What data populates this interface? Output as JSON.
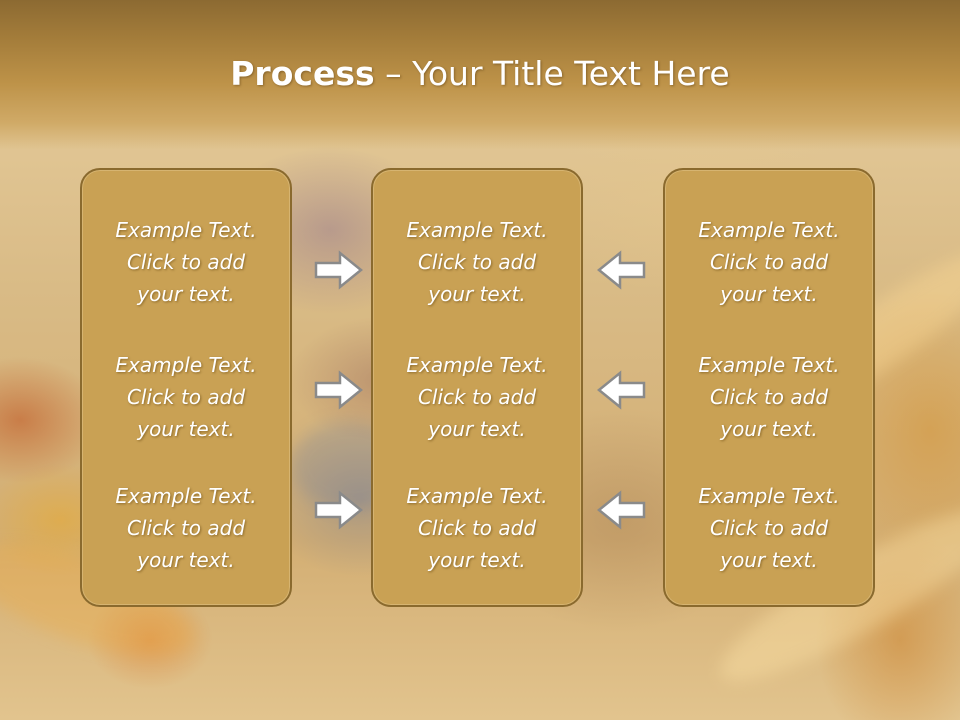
{
  "slide": {
    "title_bold": "Process",
    "title_rest": " – Your Title Text Here",
    "columns": [
      {
        "items": [
          {
            "line1": "Example Text.",
            "line2": "Click  to add",
            "line3": "your text."
          },
          {
            "line1": "Example Text.",
            "line2": "Click  to add",
            "line3": "your text."
          },
          {
            "line1": "Example Text.",
            "line2": "Click  to add",
            "line3": "your text."
          }
        ]
      },
      {
        "items": [
          {
            "line1": "Example Text.",
            "line2": "Click  to add",
            "line3": "your text."
          },
          {
            "line1": "Example Text.",
            "line2": "Click  to add",
            "line3": "your text."
          },
          {
            "line1": "Example Text.",
            "line2": "Click  to add",
            "line3": "your text."
          }
        ]
      },
      {
        "items": [
          {
            "line1": "Example Text.",
            "line2": "Click  to add",
            "line3": "your text."
          },
          {
            "line1": "Example Text.",
            "line2": "Click  to add",
            "line3": "your text."
          },
          {
            "line1": "Example Text.",
            "line2": "Click  to add",
            "line3": "your text."
          }
        ]
      }
    ],
    "arrows": {
      "left_to_center": "right-arrow-icon",
      "right_to_center": "left-arrow-icon"
    },
    "colors": {
      "box_fill": "#c9a154",
      "box_border": "#8a6a2e",
      "header": "#a37c3a",
      "arrow_fill": "#ffffff",
      "arrow_stroke": "#8a8a8a"
    }
  }
}
